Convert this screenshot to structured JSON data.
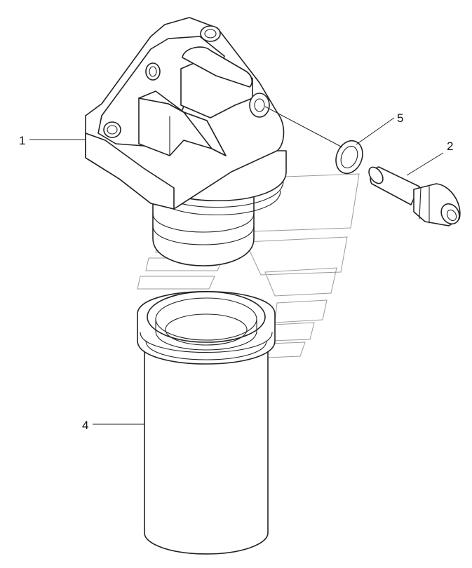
{
  "callouts": {
    "c1": "1",
    "c2": "2",
    "c4": "4",
    "c5": "5"
  },
  "parts": {
    "c1": "filter-head",
    "c2": "banjo-bolt",
    "c4": "filter-cartridge",
    "c5": "sealing-washer"
  },
  "colors": {
    "line": "#222222",
    "watermark": "#9a9a9a",
    "background": "#ffffff"
  }
}
